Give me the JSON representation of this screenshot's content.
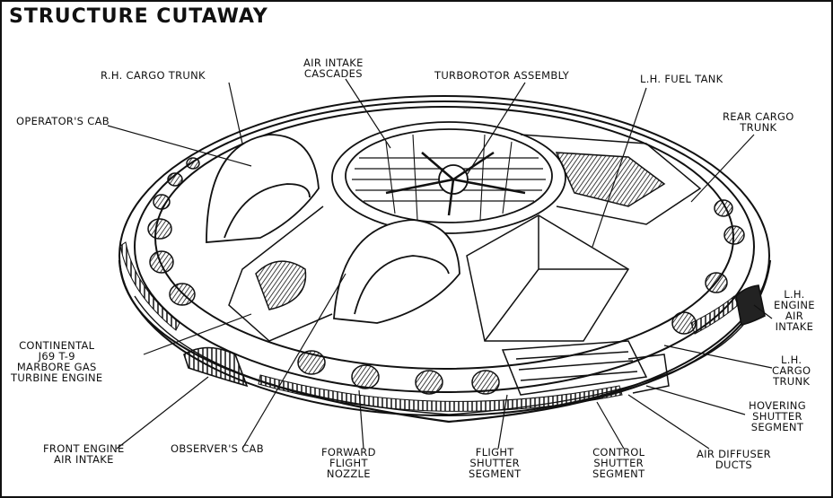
{
  "title": "STRUCTURE CUTAWAY",
  "labels": {
    "rh_cargo_trunk": [
      "R.H. CARGO TRUNK"
    ],
    "air_intake_cascades": [
      "AIR INTAKE",
      "CASCADES"
    ],
    "turborotor_assembly": [
      "TURBOROTOR ASSEMBLY"
    ],
    "lh_fuel_tank": [
      "L.H. FUEL TANK"
    ],
    "operators_cab": [
      "OPERATOR'S CAB"
    ],
    "rear_cargo_trunk": [
      "REAR CARGO",
      "TRUNK"
    ],
    "lh_engine_air_intake": [
      "L.H.",
      "ENGINE",
      "AIR",
      "INTAKE"
    ],
    "continental_engine": [
      "CONTINENTAL",
      "J69 T-9",
      "MARBORE GAS",
      "TURBINE ENGINE"
    ],
    "lh_cargo_trunk": [
      "L.H.",
      "CARGO",
      "TRUNK"
    ],
    "hovering_shutter_segment": [
      "HOVERING",
      "SHUTTER",
      "SEGMENT"
    ],
    "front_engine_air_intake": [
      "FRONT ENGINE",
      "AIR INTAKE"
    ],
    "observers_cab": [
      "OBSERVER'S CAB"
    ],
    "forward_flight_nozzle": [
      "FORWARD",
      "FLIGHT",
      "NOZZLE"
    ],
    "flight_shutter_segment": [
      "FLIGHT",
      "SHUTTER",
      "SEGMENT"
    ],
    "control_shutter_segment": [
      "CONTROL",
      "SHUTTER",
      "SEGMENT"
    ],
    "air_diffuser_ducts": [
      "AIR DIFFUSER",
      "DUCTS"
    ]
  }
}
